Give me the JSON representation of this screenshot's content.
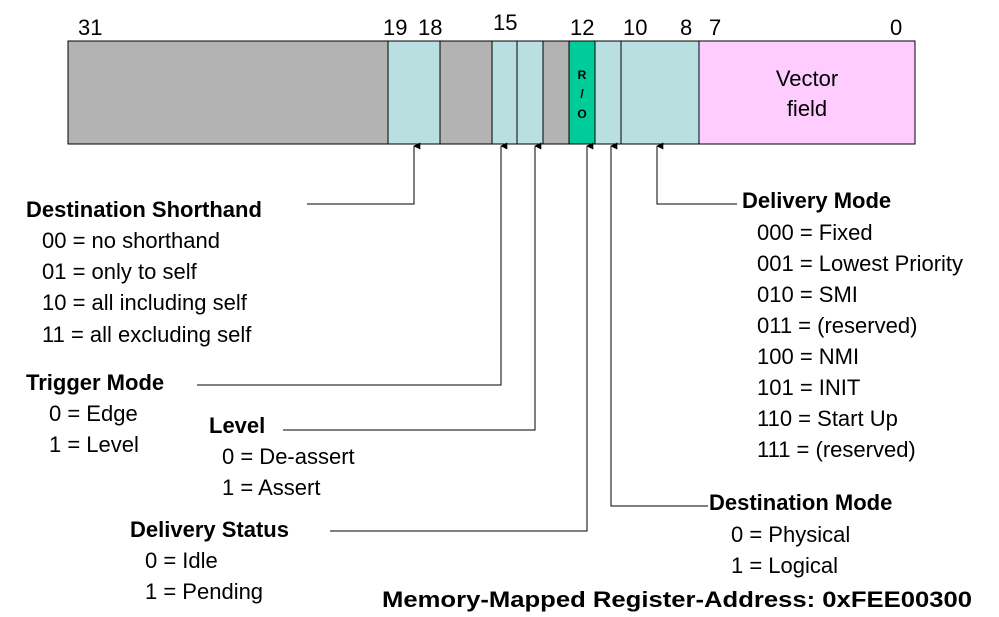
{
  "bit_numbers": {
    "b31": "31",
    "b19": "19",
    "b18": "18",
    "b15": "15",
    "b12": "12",
    "b10": "10",
    "b8": "8",
    "b7": "7",
    "b0": "0"
  },
  "register": {
    "ro_label": [
      "R",
      "/",
      "O"
    ],
    "vector_field": [
      "Vector",
      "field"
    ],
    "colors": {
      "reserved": "#b3b3b3",
      "field": "#b9dfe0",
      "delivery_status": "#00cc99",
      "vector": "#ffccff"
    }
  },
  "destination_shorthand": {
    "title": "Destination Shorthand",
    "items": [
      "00 = no shorthand",
      "01 = only to self",
      "10 = all including self",
      "11 = all excluding self"
    ]
  },
  "trigger_mode": {
    "title": "Trigger Mode",
    "items": [
      "0 = Edge",
      "1 = Level"
    ]
  },
  "level": {
    "title": "Level",
    "items": [
      "0 = De-assert",
      "1 = Assert"
    ]
  },
  "delivery_status": {
    "title": "Delivery Status",
    "items": [
      "0 = Idle",
      "1 = Pending"
    ]
  },
  "delivery_mode": {
    "title": "Delivery Mode",
    "items": [
      "000 = Fixed",
      "001 = Lowest Priority",
      "010 = SMI",
      "011 = (reserved)",
      "100 = NMI",
      "101 = INIT",
      "110 = Start Up",
      "111 = (reserved)"
    ]
  },
  "destination_mode": {
    "title": "Destination Mode",
    "items": [
      "0 = Physical",
      "1 = Logical"
    ]
  },
  "footer": {
    "address": "Memory-Mapped Register-Address: 0xFEE00300"
  }
}
